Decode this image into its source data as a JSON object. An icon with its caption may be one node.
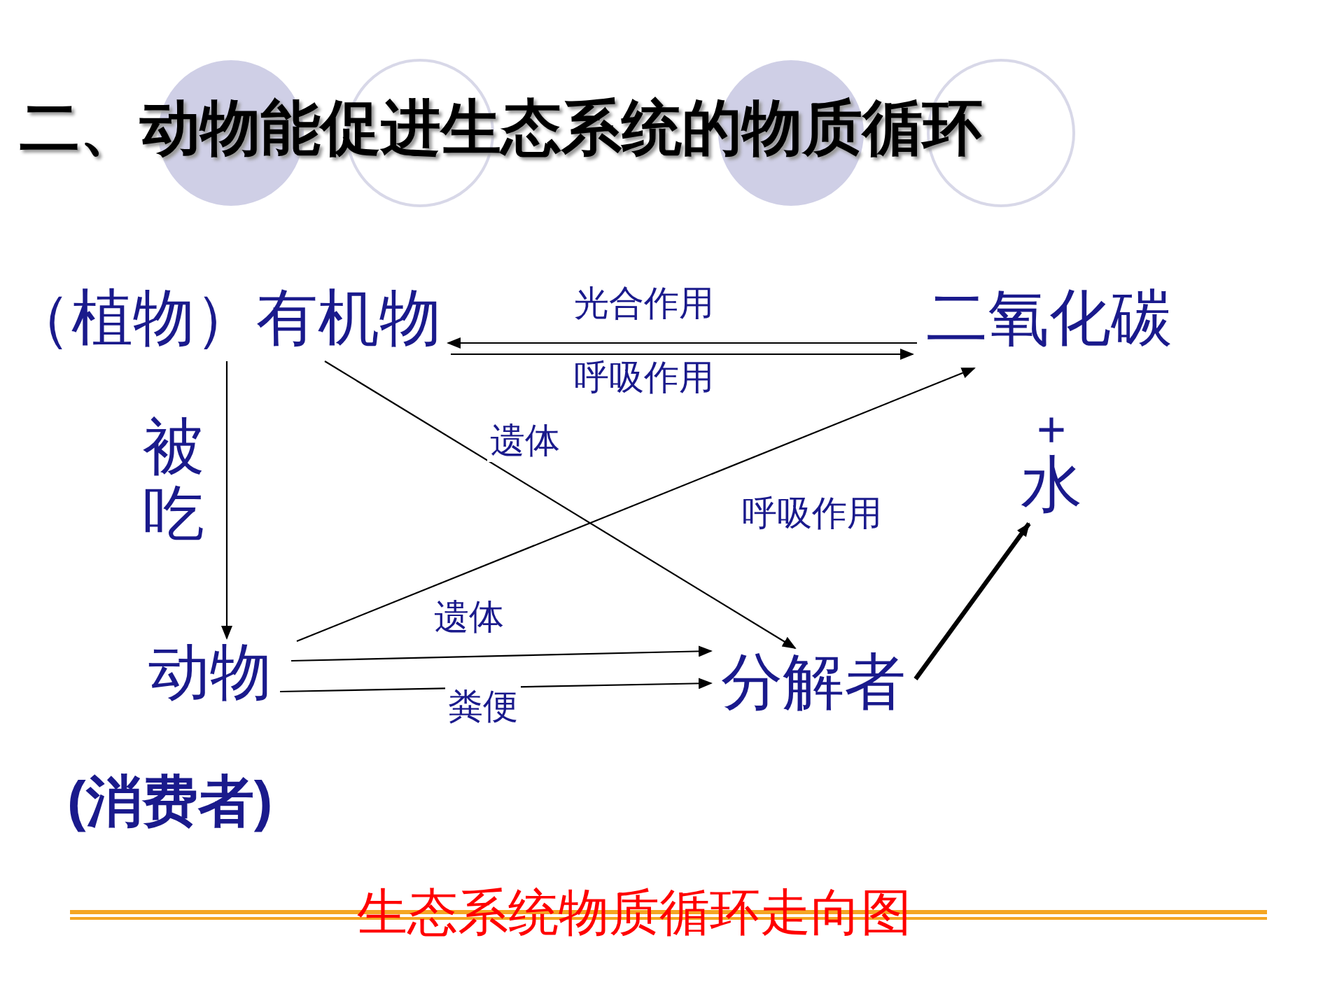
{
  "diagram": {
    "title": "二、动物能促进生态系统的物质循环",
    "caption": "生态系统物质循环走向图",
    "nodes": [
      {
        "text": [
          "（植物）有机物"
        ]
      },
      {
        "text": [
          "二氧化碳"
        ]
      },
      {
        "text": [
          "+",
          "水"
        ]
      },
      {
        "text": [
          "动物"
        ],
        "beside": [
          "(消费者)"
        ]
      },
      {
        "text": [
          "分解者"
        ]
      }
    ],
    "edges": [
      {
        "from": 1,
        "to": 0,
        "arrow": "to",
        "label": "光合作用"
      },
      {
        "from": 0,
        "to": 1,
        "arrow": "to",
        "label": "呼吸作用"
      },
      {
        "from": 0,
        "to": 3,
        "arrow": "to",
        "label": "被吃"
      },
      {
        "from": 0,
        "to": 4,
        "arrow": "to",
        "label": "遗体"
      },
      {
        "from": 3,
        "to": 1,
        "arrow": "to",
        "label": "呼吸作用"
      },
      {
        "from": 3,
        "to": 4,
        "arrow": "to",
        "label": "遗体"
      },
      {
        "from": 3,
        "to": 4,
        "arrow": "to",
        "label": "粪便"
      },
      {
        "from": 4,
        "to": 2,
        "arrow": "to",
        "style": "thick"
      }
    ]
  }
}
